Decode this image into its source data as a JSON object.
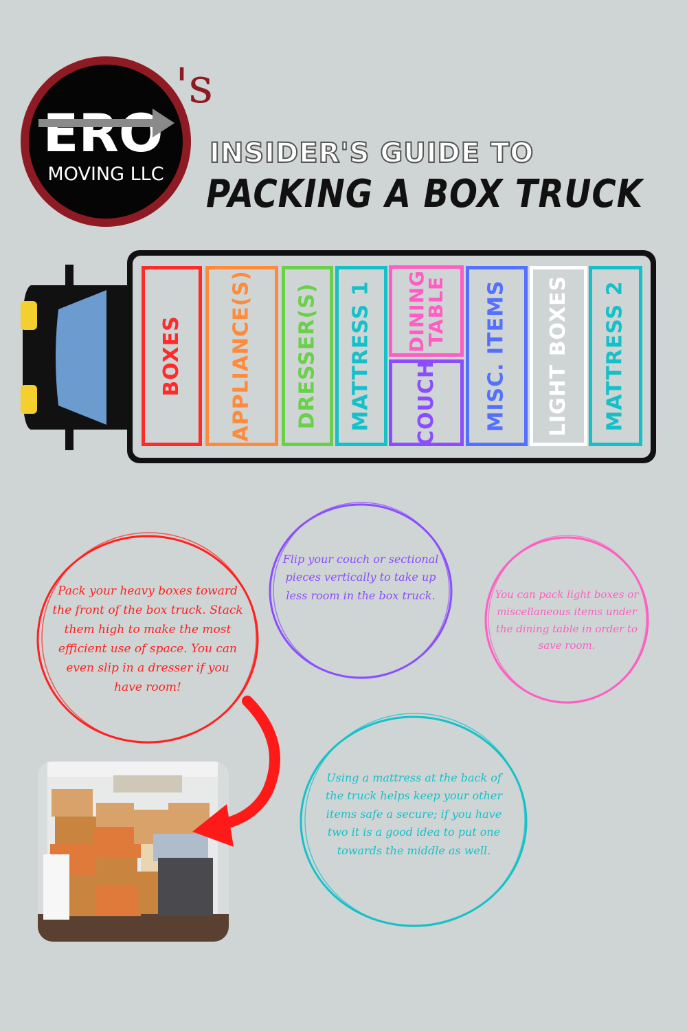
{
  "logo": {
    "brand": "ERO",
    "possessive": "'s",
    "subtitle": "MOVING LLC",
    "colors": {
      "ring": "#8e1b24",
      "black": "#050505",
      "accent": "#ffffff"
    }
  },
  "title": {
    "line1": "INSIDER'S GUIDE TO",
    "line2": "PACKING A BOX TRUCK"
  },
  "truck": {
    "slots": [
      {
        "label": "BOXES",
        "color": "#ff2a2a"
      },
      {
        "label": "APPLIANCE(S)",
        "color": "#ff8a3c"
      },
      {
        "label": "DRESSER(S)",
        "color": "#6ad04a"
      },
      {
        "label": "MATTRESS 1",
        "color": "#16c0c9"
      },
      {
        "label": "DINING TABLE",
        "color": "#ff5dc4"
      },
      {
        "label": "COUCH",
        "color": "#8b4dff"
      },
      {
        "label": "MISC. ITEMS",
        "color": "#5470ff"
      },
      {
        "label": "LIGHT BOXES",
        "color": "#ffffff"
      },
      {
        "label": "MATTRESS 2",
        "color": "#16c0c9"
      }
    ]
  },
  "tips": {
    "boxes": {
      "text": "Pack your heavy boxes toward the front of the box truck. Stack them high to make the most efficient use of space. You can even slip in a dresser if you have room!",
      "color": "#ff2020"
    },
    "couch": {
      "text": "Flip your couch or sectional pieces vertically to take up less room in the box truck.",
      "color": "#8b4dff"
    },
    "light_boxes": {
      "text": "You can pack light boxes or miscellaneous items under the dining table in order to save room.",
      "color": "#ff5dc4"
    },
    "mattress": {
      "text": "Using a mattress at the back of the truck helps keep your other items safe a secure; if you have two it is a good idea to put one towards the middle as well.",
      "color": "#16c0c9"
    }
  },
  "photo": {
    "icon": "packed-truck-photo"
  },
  "arrow": {
    "icon": "curved-arrow-icon",
    "color": "#ff1a1a"
  }
}
